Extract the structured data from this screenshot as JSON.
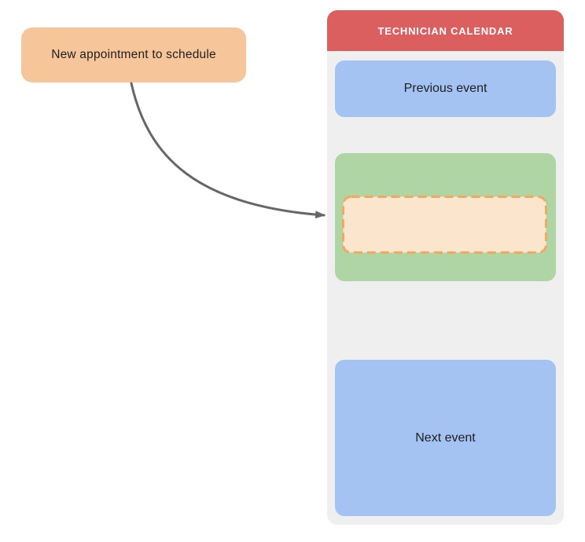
{
  "note": {
    "label": "New appointment to schedule"
  },
  "calendar": {
    "title": "TECHNICIAN CALENDAR",
    "previous_event_label": "Previous event",
    "next_event_label": "Next event"
  },
  "colors": {
    "header_red": "#DC5F5F",
    "panel_gray": "#EFEFEF",
    "event_blue": "#A4C2F2",
    "availability_green": "#B0D5A4",
    "note_orange": "#F6C69A",
    "slot_fill": "#FBE5CD",
    "slot_border_orange": "#F2A860",
    "arrow_gray": "#666666",
    "text_dark": "#1F1F1F"
  }
}
